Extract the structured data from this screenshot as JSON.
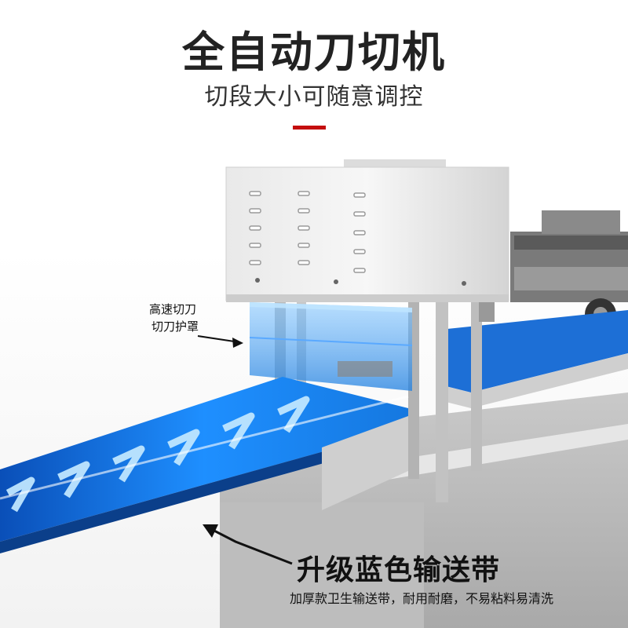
{
  "header": {
    "title": "全自动刀切机",
    "subtitle": "切段大小可随意调控"
  },
  "callouts": {
    "knife_cover_line1": "高速切刀",
    "knife_cover_line2": "切刀护罩"
  },
  "feature": {
    "heading": "升级蓝色输送带",
    "description": "加厚款卫生输送带，耐用耐磨，不易粘料易清洗"
  },
  "colors": {
    "accent_red": "#c40e0e",
    "belt_blue": "#1e8fff",
    "steel": "#d9d9d9"
  }
}
